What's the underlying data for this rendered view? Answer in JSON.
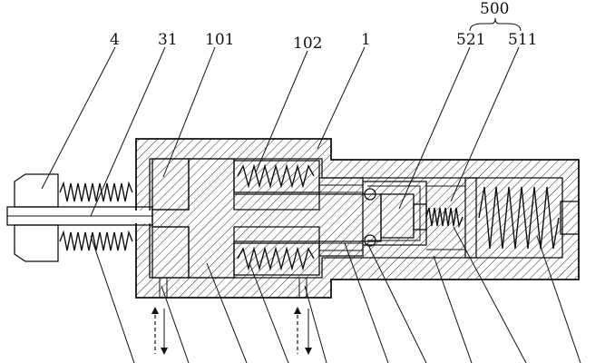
{
  "labels": {
    "l4": "4",
    "l31": "31",
    "l101": "101",
    "l102": "102",
    "l1": "1",
    "l500": "500",
    "l521": "521",
    "l511": "511"
  }
}
